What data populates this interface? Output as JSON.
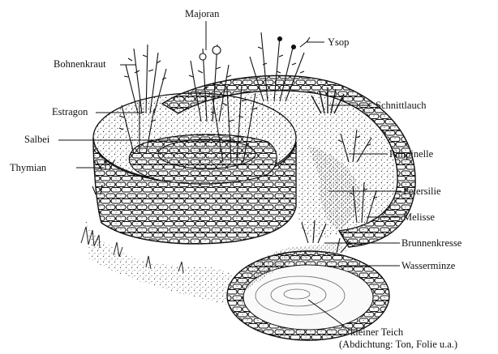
{
  "labels": {
    "majoran": "Majoran",
    "ysop": "Ysop",
    "bohnenkraut": "Bohnenkraut",
    "estragon": "Estragon",
    "schnittlauch": "Schnittlauch",
    "salbei": "Salbei",
    "pimpinelle": "Pimpinelle",
    "thymian": "Thymian",
    "petersilie": "Petersilie",
    "melisse": "Melisse",
    "brunnenkresse": "Brunnenkresse",
    "wasserminze": "Wasserminze",
    "kleiner_teich": "kleiner Teich",
    "abdichtung": "(Abdichtung: Ton, Folie u.a.)"
  }
}
